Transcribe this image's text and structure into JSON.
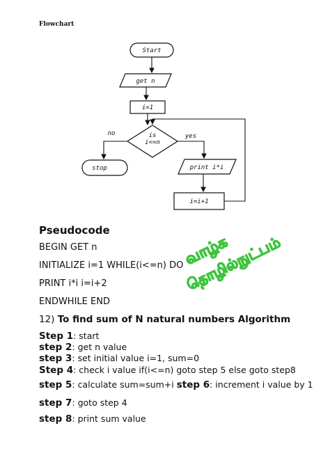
{
  "page": {
    "heading": "Flowchart"
  },
  "flowchart": {
    "start": "Start",
    "input": "get n",
    "init": "i=1",
    "decision_line1": "is",
    "decision_line2": "i<=n",
    "no_label": "no",
    "yes_label": "yes",
    "stop": "stop",
    "output": "print i*i",
    "update": "i=i+1"
  },
  "watermark": {
    "line1": "வாழ்க",
    "line2": "தொழில்நுட்பம்",
    "color": "#3cc43c"
  },
  "pseudocode": {
    "title": "Pseudocode",
    "lines": [
      "BEGIN GET n",
      "INITIALIZE i=1 WHILE(i<=n) DO",
      "PRINT i*i i=i+2",
      "ENDWHILE END"
    ]
  },
  "algorithm": {
    "number": "12)",
    "title": "To find sum of N natural numbers Algorithm",
    "steps": [
      {
        "label": "Step 1",
        "text": ": start"
      },
      {
        "label": "step 2",
        "text": ": get n value"
      },
      {
        "label": "step 3",
        "text": ": set initial value i=1, sum=0"
      },
      {
        "label": "Step 4",
        "text": ": check i value if(i<=n) goto step 5 else goto step8"
      },
      {
        "label": "step 5",
        "text": ": calculate sum=sum+i",
        "label2": "step 6",
        "text2": ": increment i value by 1"
      },
      {
        "label": "step 7",
        "text": ": goto step 4"
      },
      {
        "label": "step 8",
        "text": ": print sum value"
      }
    ]
  }
}
